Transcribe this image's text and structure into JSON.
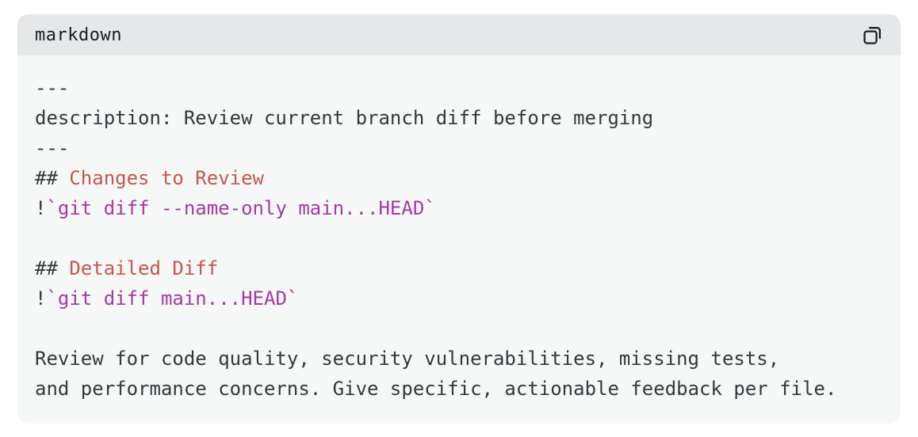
{
  "colors": {
    "page_bg": "#ffffff",
    "header_bg": "#e5e7e8",
    "body_bg": "#f6f7f7",
    "header_text": "#1a1d21",
    "text": "#35383d",
    "heading": "#c4584c",
    "inline_code": "#a23ba3",
    "icon_stroke": "#1c1e21"
  },
  "code_block": {
    "language_label": "markdown",
    "copy_icon": "copy-icon",
    "lines": [
      {
        "tokens": [
          {
            "t": "---",
            "c": "text"
          }
        ]
      },
      {
        "tokens": [
          {
            "t": "description: Review current branch diff before merging",
            "c": "text"
          }
        ]
      },
      {
        "tokens": [
          {
            "t": "---",
            "c": "text"
          }
        ]
      },
      {
        "tokens": [
          {
            "t": "## ",
            "c": "text"
          },
          {
            "t": "Changes to Review",
            "c": "heading"
          }
        ]
      },
      {
        "tokens": [
          {
            "t": "!",
            "c": "text"
          },
          {
            "t": "`git diff --name-only main...HEAD`",
            "c": "code"
          }
        ]
      },
      {
        "tokens": []
      },
      {
        "tokens": [
          {
            "t": "## ",
            "c": "text"
          },
          {
            "t": "Detailed Diff",
            "c": "heading"
          }
        ]
      },
      {
        "tokens": [
          {
            "t": "!",
            "c": "text"
          },
          {
            "t": "`git diff main...HEAD`",
            "c": "code"
          }
        ]
      },
      {
        "tokens": []
      },
      {
        "tokens": [
          {
            "t": "Review for code quality, security vulnerabilities, missing tests,",
            "c": "text"
          }
        ]
      },
      {
        "tokens": [
          {
            "t": "and performance concerns. Give specific, actionable feedback per file.",
            "c": "text"
          }
        ]
      }
    ]
  }
}
